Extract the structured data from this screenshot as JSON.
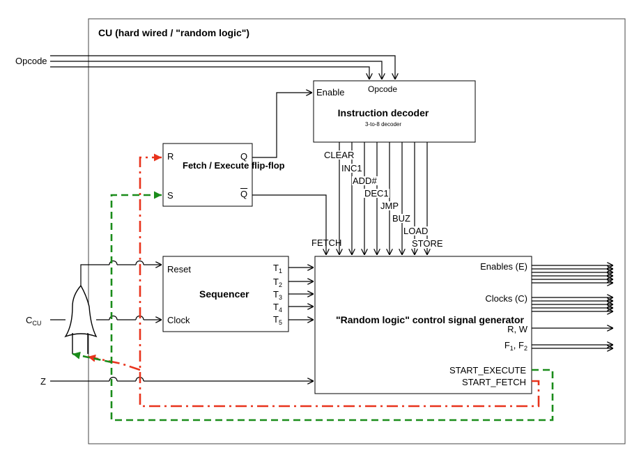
{
  "unit": {
    "title": "CU (hard wired / \"random logic\")"
  },
  "inputs": {
    "opcode": "Opcode",
    "ccu_main": "C",
    "ccu_sub": "CU",
    "z": "Z"
  },
  "decoder": {
    "title": "Instruction decoder",
    "subtitle": "3-to-8 decoder",
    "enable": "Enable",
    "opcode": "Opcode",
    "outputs": [
      "CLEAR",
      "INC1",
      "ADD#",
      "DEC1",
      "JMP",
      "BUZ",
      "LOAD",
      "STORE"
    ]
  },
  "flipflop": {
    "title": "Fetch / Execute flip-flop",
    "r": "R",
    "s": "S",
    "q": "Q",
    "qbar": "Q"
  },
  "sequencer": {
    "title": "Sequencer",
    "reset": "Reset",
    "clock": "Clock",
    "t_main": "T",
    "t_subs": [
      "1",
      "2",
      "3",
      "4",
      "5"
    ]
  },
  "generator": {
    "title": "\"Random logic\" control signal generator",
    "fetch": "FETCH",
    "enables": "Enables (E)",
    "clocks": "Clocks (C)",
    "rw": "R, W",
    "f_main": "F",
    "f_sub1": "1",
    "f_sep": ", ",
    "f_sub2": "2",
    "start_execute": "START_EXECUTE",
    "start_fetch": "START_FETCH"
  },
  "colors": {
    "fetch_path": "#e8331c",
    "execute_path": "#1a8c1a",
    "line": "#000000"
  }
}
